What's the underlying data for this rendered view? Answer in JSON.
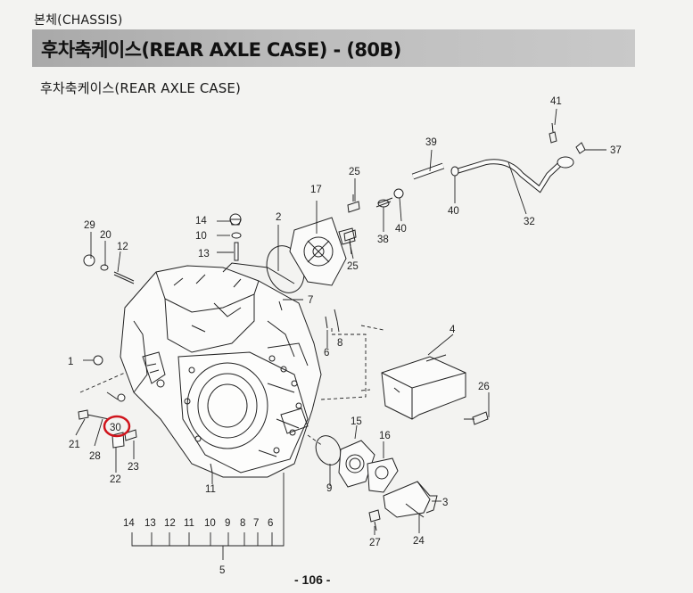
{
  "header": {
    "section": "본체(CHASSIS)",
    "title": "후차축케이스(REAR AXLE CASE) - (80B)",
    "subtitle": "후차축케이스(REAR AXLE CASE)"
  },
  "callouts": {
    "n1": "1",
    "n2": "2",
    "n3": "3",
    "n4": "4",
    "n5": "5",
    "n6": "6",
    "n7": "7",
    "n8": "8",
    "n9": "9",
    "n10": "10",
    "n11": "11",
    "n12": "12",
    "n13": "13",
    "n14": "14",
    "n15": "15",
    "n16": "16",
    "n17": "17",
    "n20": "20",
    "n21": "21",
    "n22": "22",
    "n23": "23",
    "n24": "24",
    "n25": "25",
    "n26": "26",
    "n27": "27",
    "n28": "28",
    "n29": "29",
    "n30": "30",
    "n32": "32",
    "n37": "37",
    "n38": "38",
    "n39": "39",
    "n40": "40",
    "n41": "41"
  },
  "bracket_row": [
    "14",
    "13",
    "12",
    "11",
    "10",
    "9",
    "8",
    "7",
    "6"
  ],
  "highlight_color": "#d0141c",
  "footer": {
    "page_number": "- 106 -"
  }
}
